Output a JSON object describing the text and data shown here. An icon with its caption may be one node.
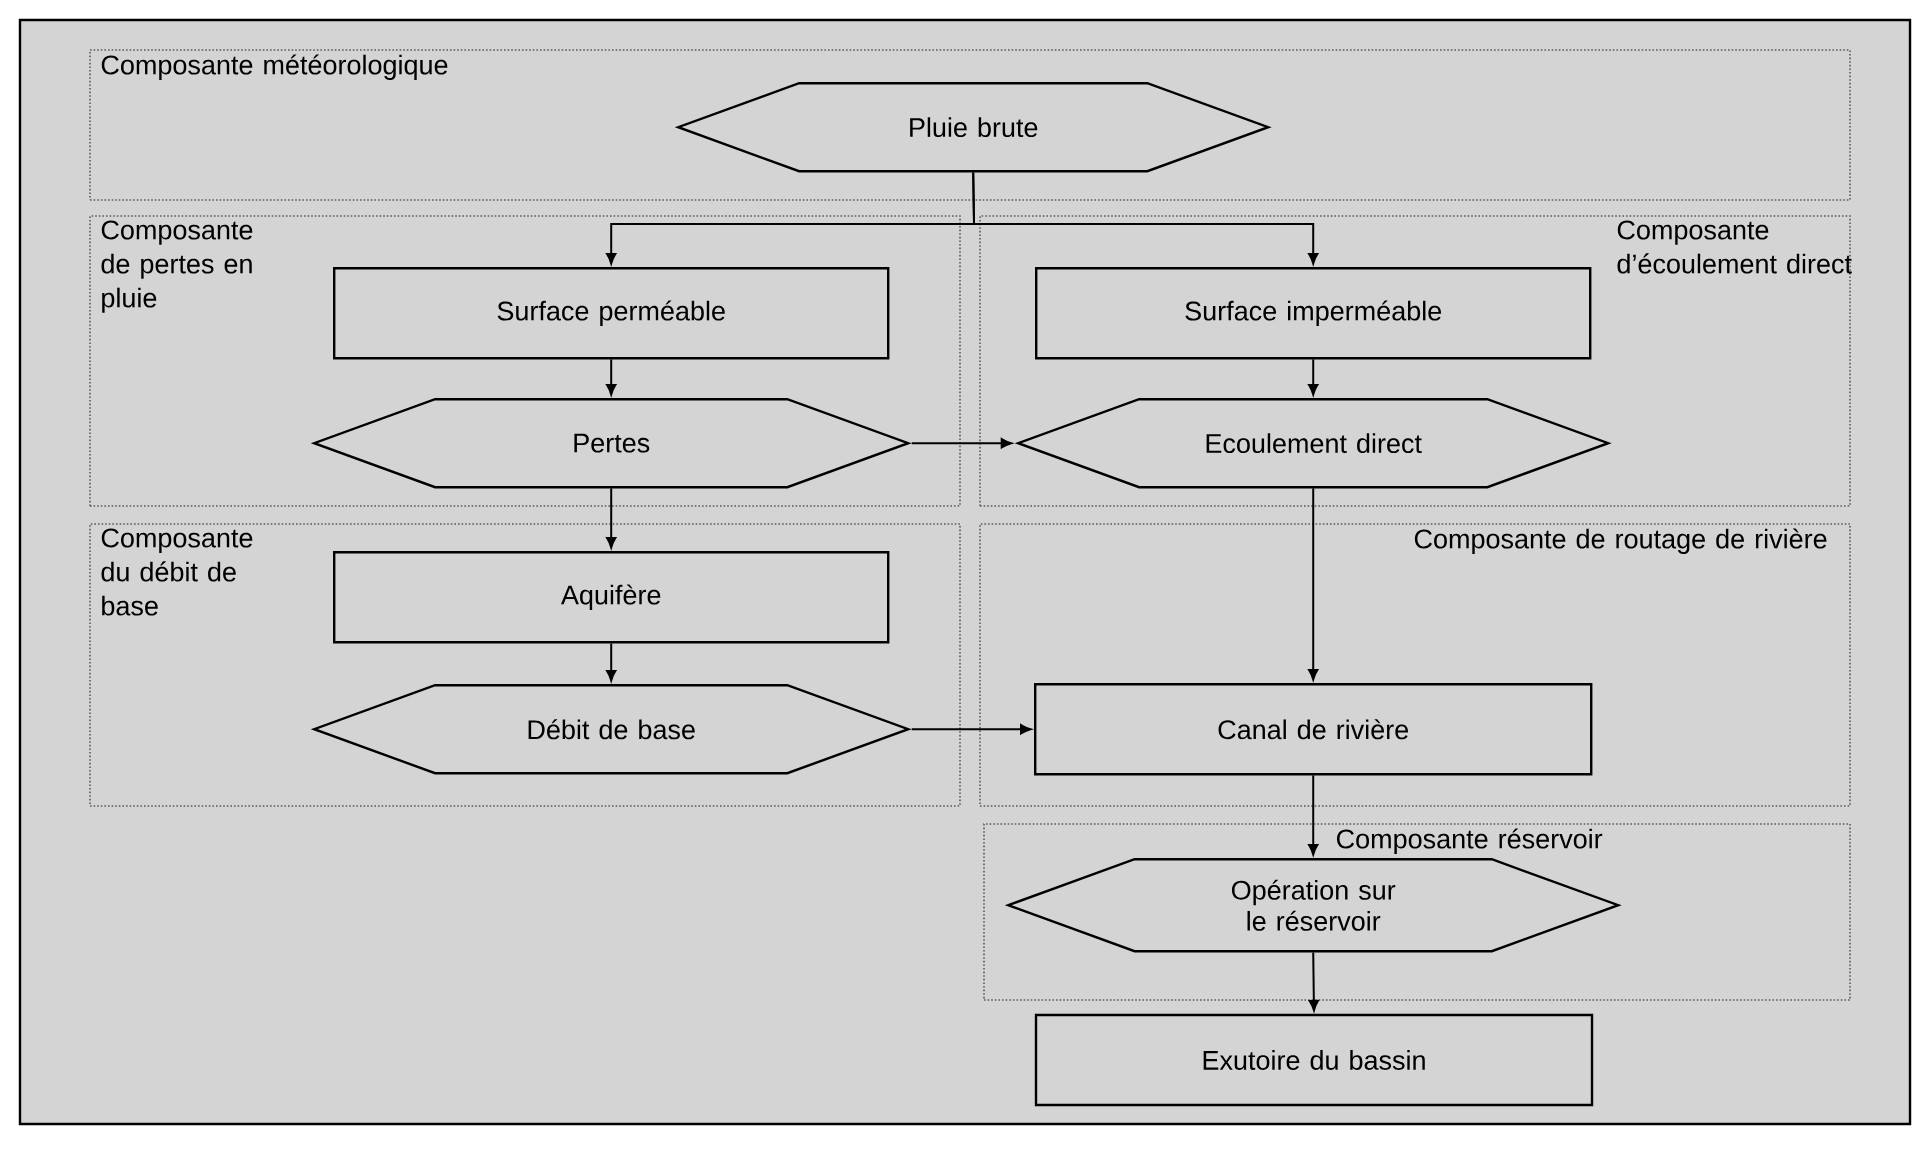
{
  "diagram": {
    "nodes": [
      {
        "text": [
          "Composante météorologique"
        ]
      },
      {
        "text": [
          "Pluie brute"
        ],
        "in": 0
      },
      {
        "text": [
          "Composante de pertes en pluie"
        ]
      },
      {
        "text": [
          "Surface perméable"
        ],
        "in": 2
      },
      {
        "text": [
          "Pertes"
        ],
        "in": 2
      },
      {
        "text": [
          "Composante d’écoulement direct"
        ]
      },
      {
        "text": [
          "Surface imperméable"
        ],
        "in": 5
      },
      {
        "text": [
          "Ecoulement direct"
        ],
        "in": 5
      },
      {
        "text": [
          "Composante du débit de base"
        ]
      },
      {
        "text": [
          "Aquifère"
        ],
        "in": 8
      },
      {
        "text": [
          "Débit de base"
        ],
        "in": 8
      },
      {
        "text": [
          "Composante de routage de rivière"
        ]
      },
      {
        "text": [
          "Canal de rivière"
        ],
        "in": 11
      },
      {
        "text": [
          "Composante réservoir"
        ]
      },
      {
        "text": [
          "Opération sur le réservoir"
        ],
        "in": 13
      },
      {
        "text": [
          "Exutoire du bassin"
        ]
      }
    ],
    "edges": [
      {
        "from": 1,
        "to": 3,
        "arrow": "to"
      },
      {
        "from": 1,
        "to": 6,
        "arrow": "to"
      },
      {
        "from": 3,
        "to": 4,
        "arrow": "to"
      },
      {
        "from": 6,
        "to": 7,
        "arrow": "to"
      },
      {
        "from": 4,
        "to": 7,
        "arrow": "to"
      },
      {
        "from": 4,
        "to": 9,
        "arrow": "to"
      },
      {
        "from": 9,
        "to": 10,
        "arrow": "to"
      },
      {
        "from": 7,
        "to": 12,
        "arrow": "to"
      },
      {
        "from": 10,
        "to": 12,
        "arrow": "to"
      },
      {
        "from": 12,
        "to": 14,
        "arrow": "to"
      },
      {
        "from": 14,
        "to": 15,
        "arrow": "to"
      }
    ]
  }
}
